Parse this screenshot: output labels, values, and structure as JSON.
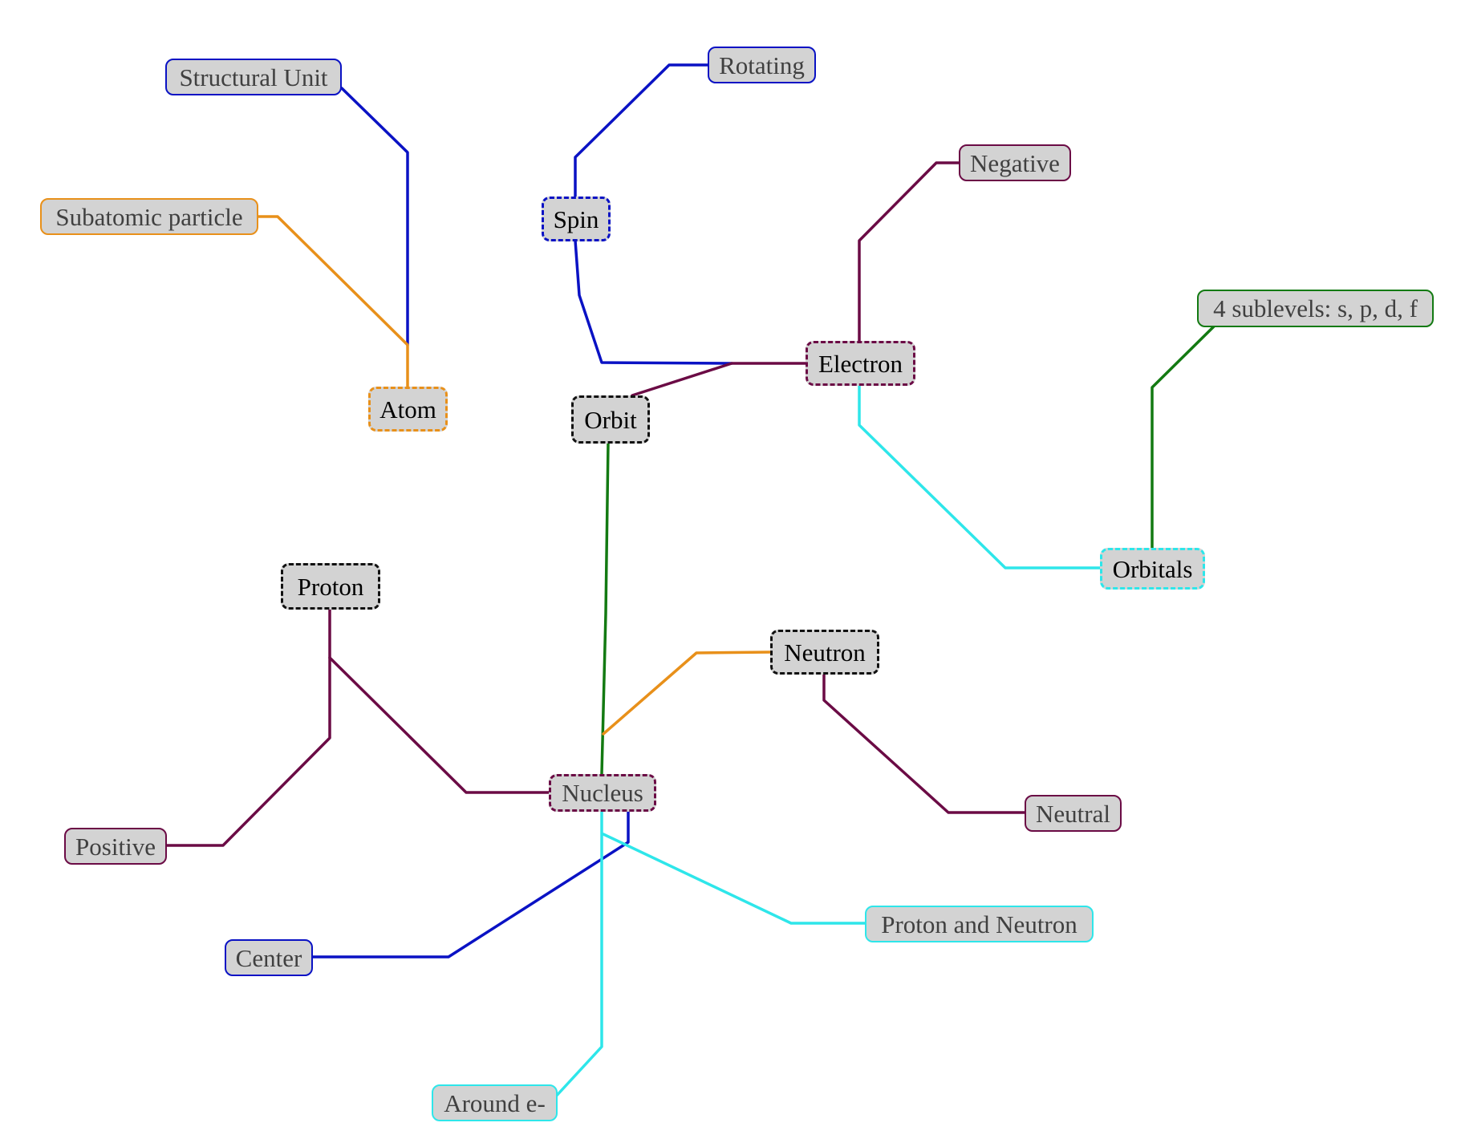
{
  "colors": {
    "node_fill": "#d3d3d3",
    "blue": "#0a12c4",
    "orange": "#e8901a",
    "maroon": "#6b0b45",
    "green": "#137a12",
    "cyan": "#2ee6ea",
    "black": "#111111"
  },
  "nodes": {
    "structural_unit": "Structural Unit",
    "subatomic_particle": "Subatomic particle",
    "atom": "Atom",
    "rotating": "Rotating",
    "spin": "Spin",
    "negative": "Negative",
    "electron": "Electron",
    "orbit": "Orbit",
    "sublevels": "4 sublevels: s, p, d, f",
    "orbitals": "Orbitals",
    "proton": "Proton",
    "neutron": "Neutron",
    "nucleus": "Nucleus",
    "positive": "Positive",
    "neutral": "Neutral",
    "center": "Center",
    "proton_and_neutron": "Proton and Neutron",
    "around_e": "Around e-"
  }
}
